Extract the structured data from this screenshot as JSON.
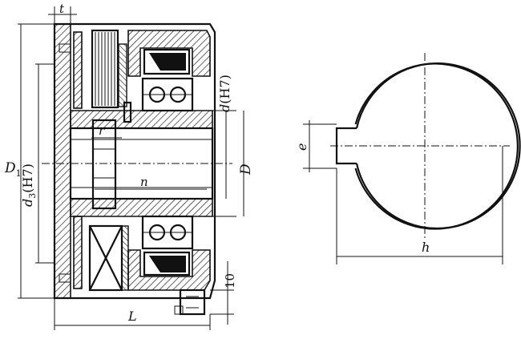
{
  "labels": {
    "t": "t",
    "r": "r",
    "n": "n",
    "D1": "D",
    "D1_sub": "1",
    "d3": "d",
    "d3_sub": "3",
    "d3_tol": "(H7)",
    "d": "d",
    "d_tol": "(H7)",
    "D": "D",
    "L": "L",
    "ten": "10",
    "e": "e",
    "h": "h"
  }
}
